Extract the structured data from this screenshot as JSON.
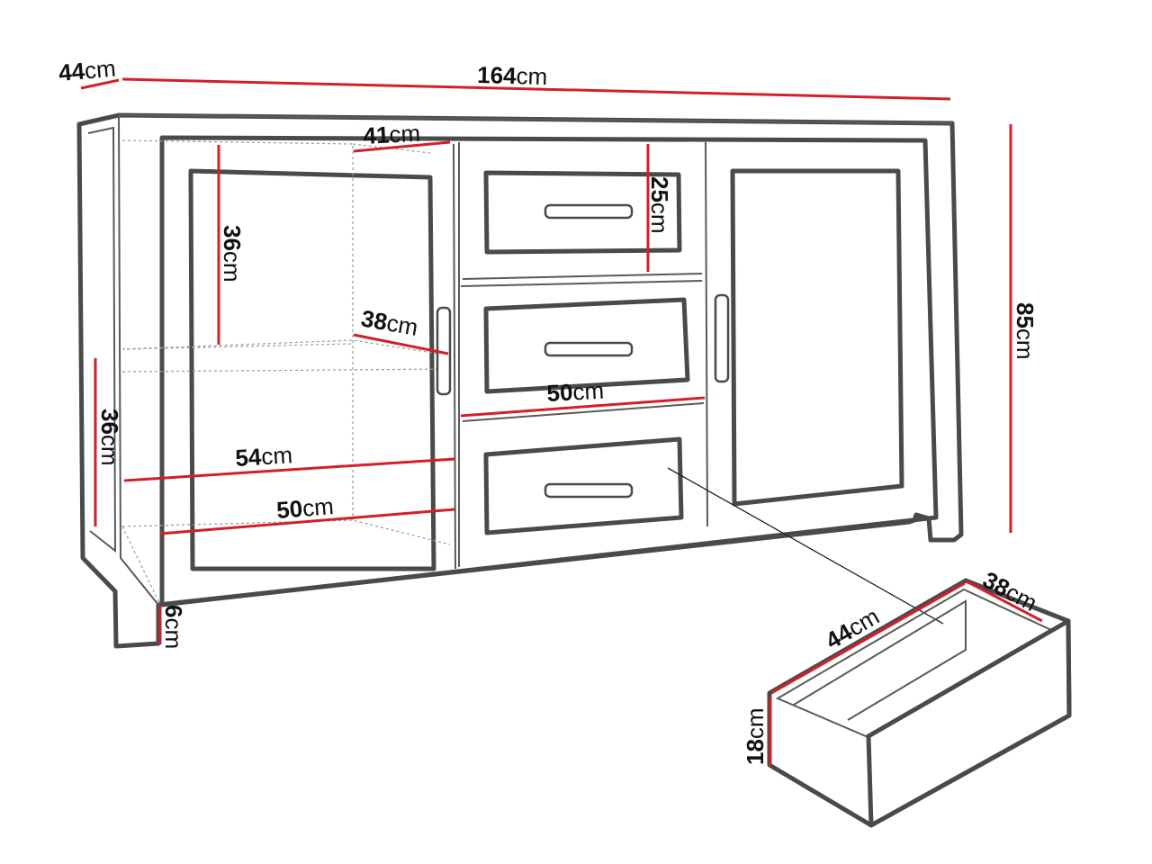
{
  "colors": {
    "outline": "#4a4a4a",
    "dimension_line": "#d21f2b",
    "background": "#ffffff"
  },
  "dimensions": {
    "depth": {
      "value": "44",
      "unit": "cm"
    },
    "width": {
      "value": "164",
      "unit": "cm"
    },
    "height": {
      "value": "85",
      "unit": "cm"
    },
    "shelf_width": {
      "value": "41",
      "unit": "cm"
    },
    "upper_compartment_height": {
      "value": "36",
      "unit": "cm"
    },
    "shelf_depth": {
      "value": "38",
      "unit": "cm"
    },
    "lower_compartment_height": {
      "value": "36",
      "unit": "cm"
    },
    "inner_width": {
      "value": "54",
      "unit": "cm"
    },
    "inner_depth": {
      "value": "50",
      "unit": "cm"
    },
    "drawer_front_height": {
      "value": "25",
      "unit": "cm"
    },
    "drawer_opening_width": {
      "value": "50",
      "unit": "cm"
    },
    "leg_height": {
      "value": "6",
      "unit": "cm"
    },
    "drawer_length": {
      "value": "44",
      "unit": "cm"
    },
    "drawer_width": {
      "value": "38",
      "unit": "cm"
    },
    "drawer_height": {
      "value": "18",
      "unit": "cm"
    }
  }
}
